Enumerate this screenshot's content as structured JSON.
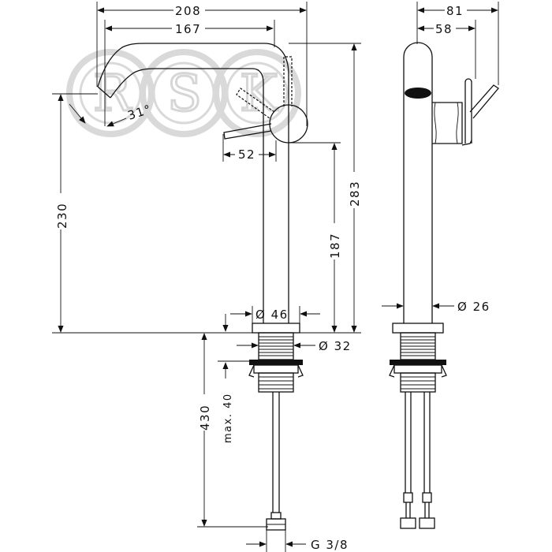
{
  "watermark": {
    "letters": [
      "R",
      "S",
      "K"
    ]
  },
  "dimensions": {
    "total_reach": "208",
    "spout_reach": "167",
    "spout_angle": "31°",
    "handle_offset": "52",
    "height_230": "230",
    "height_283": "283",
    "height_187": "187",
    "body_diameter": "Ø 46",
    "thread_diameter": "Ø 32",
    "pipe_length": "430",
    "max_thickness": "max. 40",
    "connection": "G 3/8",
    "side_width": "81",
    "side_depth": "58",
    "side_diameter": "Ø 26"
  }
}
